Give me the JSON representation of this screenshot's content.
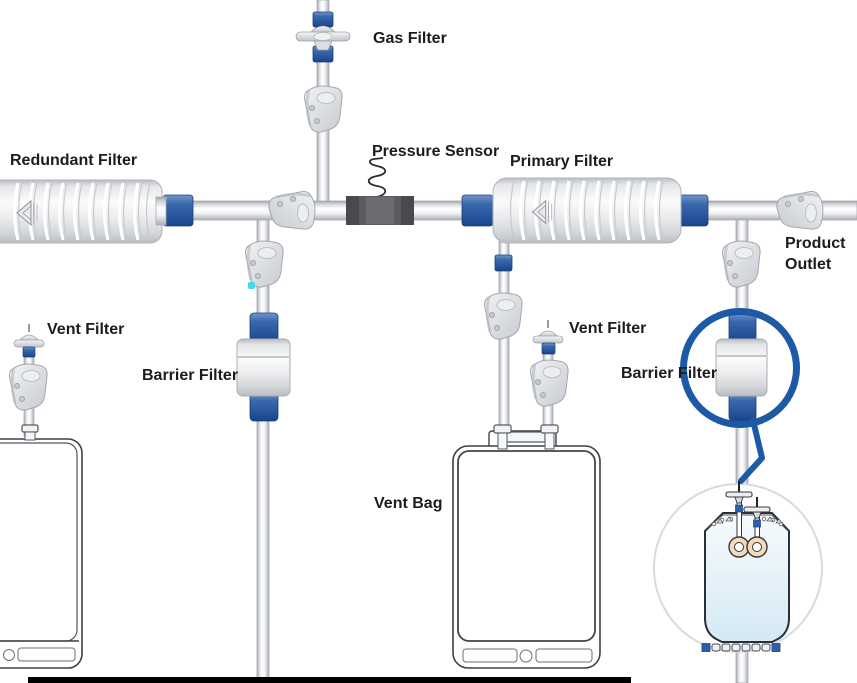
{
  "labels": {
    "gas_filter": "Gas Filter",
    "redundant_filter": "Redundant Filter",
    "pressure_sensor": "Pressure Sensor",
    "primary_filter": "Primary Filter",
    "product_outlet": "Product Outlet",
    "vent_filter_left": "Vent Filter",
    "barrier_filter_left": "Barrier Filter",
    "vent_filter_center": "Vent Filter",
    "barrier_filter_right": "Barrier Filter",
    "vent_bag": "Vent Bag"
  },
  "colors": {
    "connector_blue": "#2e5ea7",
    "connector_blue_dark": "#1c4388",
    "highlight_blue": "#1d5aa5",
    "tube_gray": "#d9dce0",
    "clamp_gray": "#d8dadd",
    "sensor_dark": "#55575b",
    "bag_outline": "#3c4147",
    "inset_bag_fill": "#d4e9f5",
    "port_peach": "#f6d8ba",
    "cursor_cyan": "#3fd9ea"
  },
  "icons": [
    "pinch-clamp-icon",
    "vent-filter-disc-icon",
    "capsule-filter-icon",
    "barrier-filter-icon",
    "pressure-sensor-icon",
    "spring-icon",
    "magnifier-circle-icon",
    "bag-icon",
    "pyramid-logo-icon",
    "cursor-dot-icon"
  ]
}
